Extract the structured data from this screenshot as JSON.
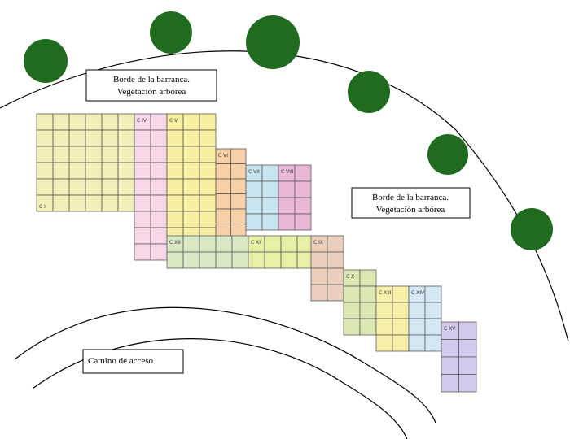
{
  "labels": {
    "edge_top_line1": "Borde de la barranca.",
    "edge_top_line2": "Vegetación arbórea",
    "edge_right_line1": "Borde de la barranca.",
    "edge_right_line2": "Vegetación arbórea",
    "access_road": "Camino de acceso"
  },
  "tree_color": "#1f6b1f",
  "sections": [
    {
      "id": "C I",
      "color": "#f0f0b8"
    },
    {
      "id": "C IV",
      "color": "#f8d8e8"
    },
    {
      "id": "C V",
      "color": "#f8f0a0"
    },
    {
      "id": "C VI",
      "color": "#f8d0a8"
    },
    {
      "id": "C VII",
      "color": "#c8e4f0"
    },
    {
      "id": "C VIII",
      "color": "#ecb8d8"
    },
    {
      "id": "C XII",
      "color": "#d8e8c4"
    },
    {
      "id": "C XI",
      "color": "#e8f0a8"
    },
    {
      "id": "C IX",
      "color": "#ead0bc"
    },
    {
      "id": "C X",
      "color": "#dce8b4"
    },
    {
      "id": "C XIII",
      "color": "#f8f0a8"
    },
    {
      "id": "C XIV",
      "color": "#d4e8f4"
    },
    {
      "id": "C XV",
      "color": "#d4c8ec"
    }
  ]
}
